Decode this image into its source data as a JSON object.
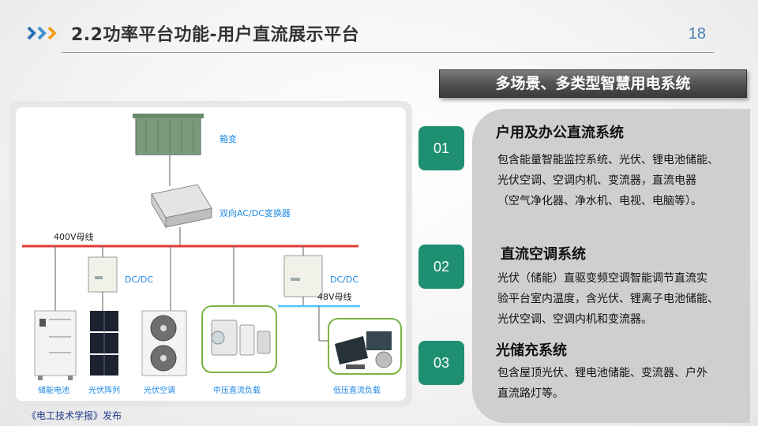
{
  "header": {
    "title": "2.2功率平台功能-用户直流展示平台",
    "page_number": "18",
    "arrow_colors": [
      "#2a6fb3",
      "#3f8fd0",
      "#f0a020"
    ]
  },
  "banner": {
    "text": "多场景、多类型智慧用电系统"
  },
  "diagram": {
    "box_transformer": "箱变",
    "bidirectional_converter": "双向AC/DC变换器",
    "bus_400v": "400V母线",
    "dcdc_left": "DC/DC",
    "dcdc_right": "DC/DC",
    "bus_48v": "48V母线",
    "labels": {
      "storage_battery": "储能电池",
      "pv_array": "光伏阵列",
      "pv_ac": "光伏空调",
      "mid_voltage_load": "中压直流负载",
      "low_voltage_load": "低压直流负载"
    },
    "colors": {
      "bus": "#e53935",
      "bus48": "#4fc3f7",
      "label": "#1e88e5",
      "load_frame": "#7cb342"
    }
  },
  "sections": [
    {
      "number": "01",
      "title": "户用及办公直流系统",
      "lines": [
        "包含能量智能监控系统、光伏、锂电池储能、",
        "光伏空调、空调内机、变流器，直流电器",
        "（空气净化器、净水机、电视、电脑等）。"
      ]
    },
    {
      "number": "02",
      "title": "直流空调系统",
      "lines": [
        "光伏（储能）直驱变频空调智能调节直流实",
        "验平台室内温度，含光伏、锂离子电池储能、",
        "光伏空调、空调内机和变流器。"
      ]
    },
    {
      "number": "03",
      "title": "光储充系统",
      "lines": [
        "包含屋顶光伏、锂电池储能、变流器、户外",
        "直流路灯等。"
      ]
    }
  ],
  "footer": {
    "text": "《电工技术学报》发布"
  },
  "colors": {
    "number_box": "#1f8f72",
    "page_number": "#4a7fb5",
    "banner": "#555555"
  }
}
